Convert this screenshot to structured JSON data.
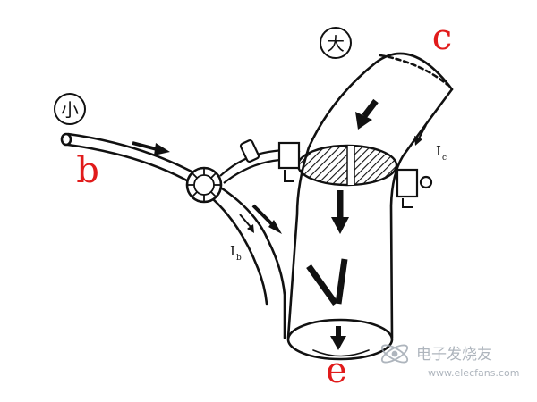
{
  "labels": {
    "small_circle_char": "小",
    "large_circle_char": "大",
    "b": "b",
    "c": "c",
    "e": "e",
    "current_b_main": "I",
    "current_b_sub": "b",
    "current_c_main": "I",
    "current_c_sub": "c"
  },
  "watermark": {
    "cn": "电子发烧友",
    "url": "www.elecfans.com"
  },
  "colors": {
    "line": "#111111",
    "letters_red": "#e11b1b",
    "watermark": "#9aa3ad"
  },
  "icons": {
    "flow_arrow": "down-arrow-icon",
    "watermark_logo": "electron-logo-icon"
  }
}
